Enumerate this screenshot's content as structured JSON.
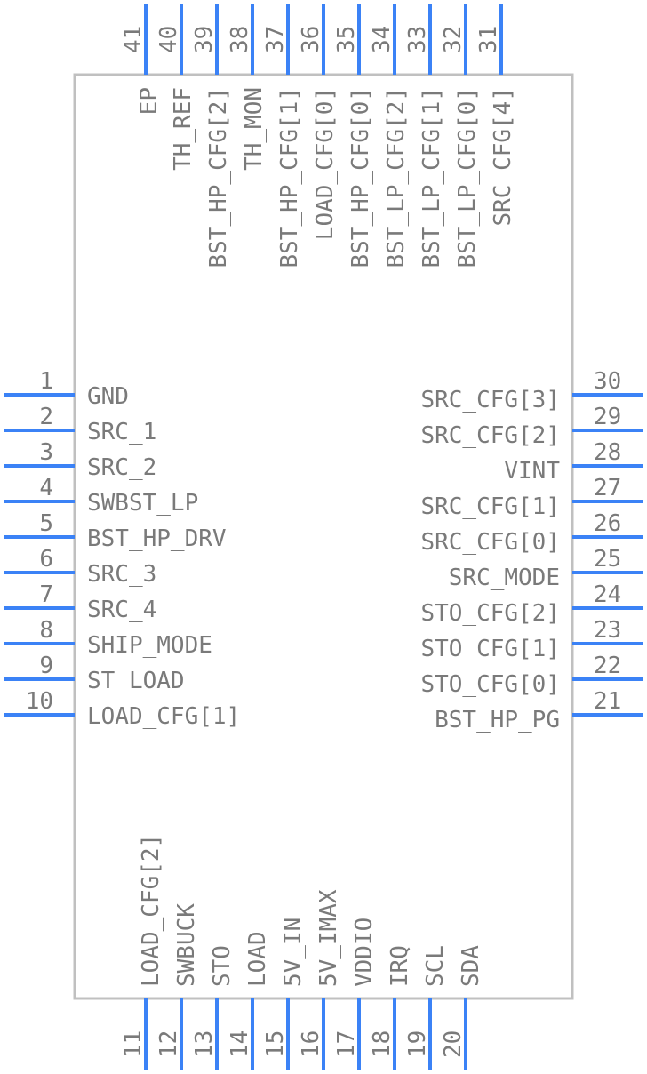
{
  "component": {
    "body_stroke": "#c0c0c0",
    "pin_color": "#3b82f6",
    "text_color": "#7a7a7a"
  },
  "pins": {
    "left": [
      {
        "number": "1",
        "name": "GND"
      },
      {
        "number": "2",
        "name": "SRC_1"
      },
      {
        "number": "3",
        "name": "SRC_2"
      },
      {
        "number": "4",
        "name": "SWBST_LP"
      },
      {
        "number": "5",
        "name": "BST_HP_DRV"
      },
      {
        "number": "6",
        "name": "SRC_3"
      },
      {
        "number": "7",
        "name": "SRC_4"
      },
      {
        "number": "8",
        "name": "SHIP_MODE"
      },
      {
        "number": "9",
        "name": "ST_LOAD"
      },
      {
        "number": "10",
        "name": "LOAD_CFG[1]"
      }
    ],
    "right": [
      {
        "number": "30",
        "name": "SRC_CFG[3]"
      },
      {
        "number": "29",
        "name": "SRC_CFG[2]"
      },
      {
        "number": "28",
        "name": "VINT"
      },
      {
        "number": "27",
        "name": "SRC_CFG[1]"
      },
      {
        "number": "26",
        "name": "SRC_CFG[0]"
      },
      {
        "number": "25",
        "name": "SRC_MODE"
      },
      {
        "number": "24",
        "name": "STO_CFG[2]"
      },
      {
        "number": "23",
        "name": "STO_CFG[1]"
      },
      {
        "number": "22",
        "name": "STO_CFG[0]"
      },
      {
        "number": "21",
        "name": "BST_HP_PG"
      }
    ],
    "top": [
      {
        "number": "41",
        "name": "EP"
      },
      {
        "number": "40",
        "name": "TH_REF"
      },
      {
        "number": "39",
        "name": "BST_HP_CFG[2]"
      },
      {
        "number": "38",
        "name": "TH_MON"
      },
      {
        "number": "37",
        "name": "BST_HP_CFG[1]"
      },
      {
        "number": "36",
        "name": "LOAD_CFG[0]"
      },
      {
        "number": "35",
        "name": "BST_HP_CFG[0]"
      },
      {
        "number": "34",
        "name": "BST_LP_CFG[2]"
      },
      {
        "number": "33",
        "name": "BST_LP_CFG[1]"
      },
      {
        "number": "32",
        "name": "BST_LP_CFG[0]"
      },
      {
        "number": "31",
        "name": "SRC_CFG[4]"
      }
    ],
    "bottom": [
      {
        "number": "11",
        "name": "LOAD_CFG[2]"
      },
      {
        "number": "12",
        "name": "SWBUCK"
      },
      {
        "number": "13",
        "name": "STO"
      },
      {
        "number": "14",
        "name": "LOAD"
      },
      {
        "number": "15",
        "name": "5V_IN"
      },
      {
        "number": "16",
        "name": "5V_IMAX"
      },
      {
        "number": "17",
        "name": "VDDIO"
      },
      {
        "number": "18",
        "name": "IRQ"
      },
      {
        "number": "19",
        "name": "SCL"
      },
      {
        "number": "20",
        "name": "SDA"
      }
    ]
  }
}
